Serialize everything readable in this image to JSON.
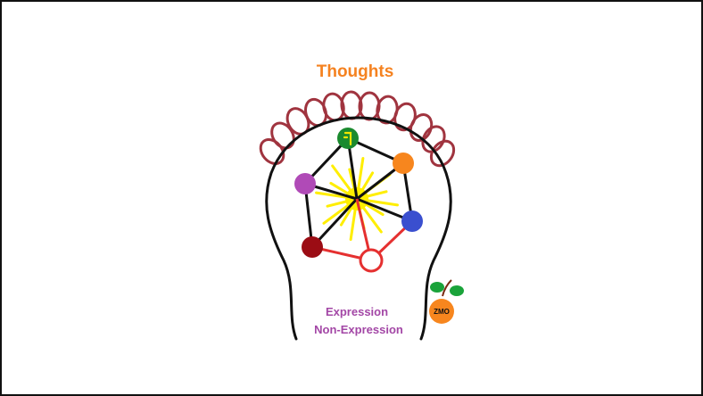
{
  "title": "Thoughts",
  "captions": {
    "line1": "Expression",
    "line2": "Non-Expression"
  },
  "badge": {
    "label": "ZMO"
  },
  "nodes": [
    {
      "id": "top",
      "color": "#1a8a2e",
      "icon": "number-one-glyph"
    },
    {
      "id": "upper-right",
      "color": "#f7861e"
    },
    {
      "id": "right",
      "color": "#3a4fcf"
    },
    {
      "id": "bottom",
      "color": "#ffffff",
      "outline": "#e53030"
    },
    {
      "id": "lower-left",
      "color": "#9b0c14"
    },
    {
      "id": "upper-left",
      "color": "#b04ab7"
    }
  ],
  "colors": {
    "title": "#f58220",
    "caption": "#a347a6",
    "head_outline": "#111111",
    "coil": "#a0343f",
    "sun": "#ffee00",
    "edge_black": "#111111",
    "edge_red": "#e53030",
    "badge_fill": "#f7861e",
    "leaf": "#1aa33a",
    "leaf_dark": "#b3121b"
  },
  "icons": {
    "coil": "coiled-loops-icon",
    "sun": "sun-burst-icon",
    "badge": "sprout-fruit-icon"
  }
}
